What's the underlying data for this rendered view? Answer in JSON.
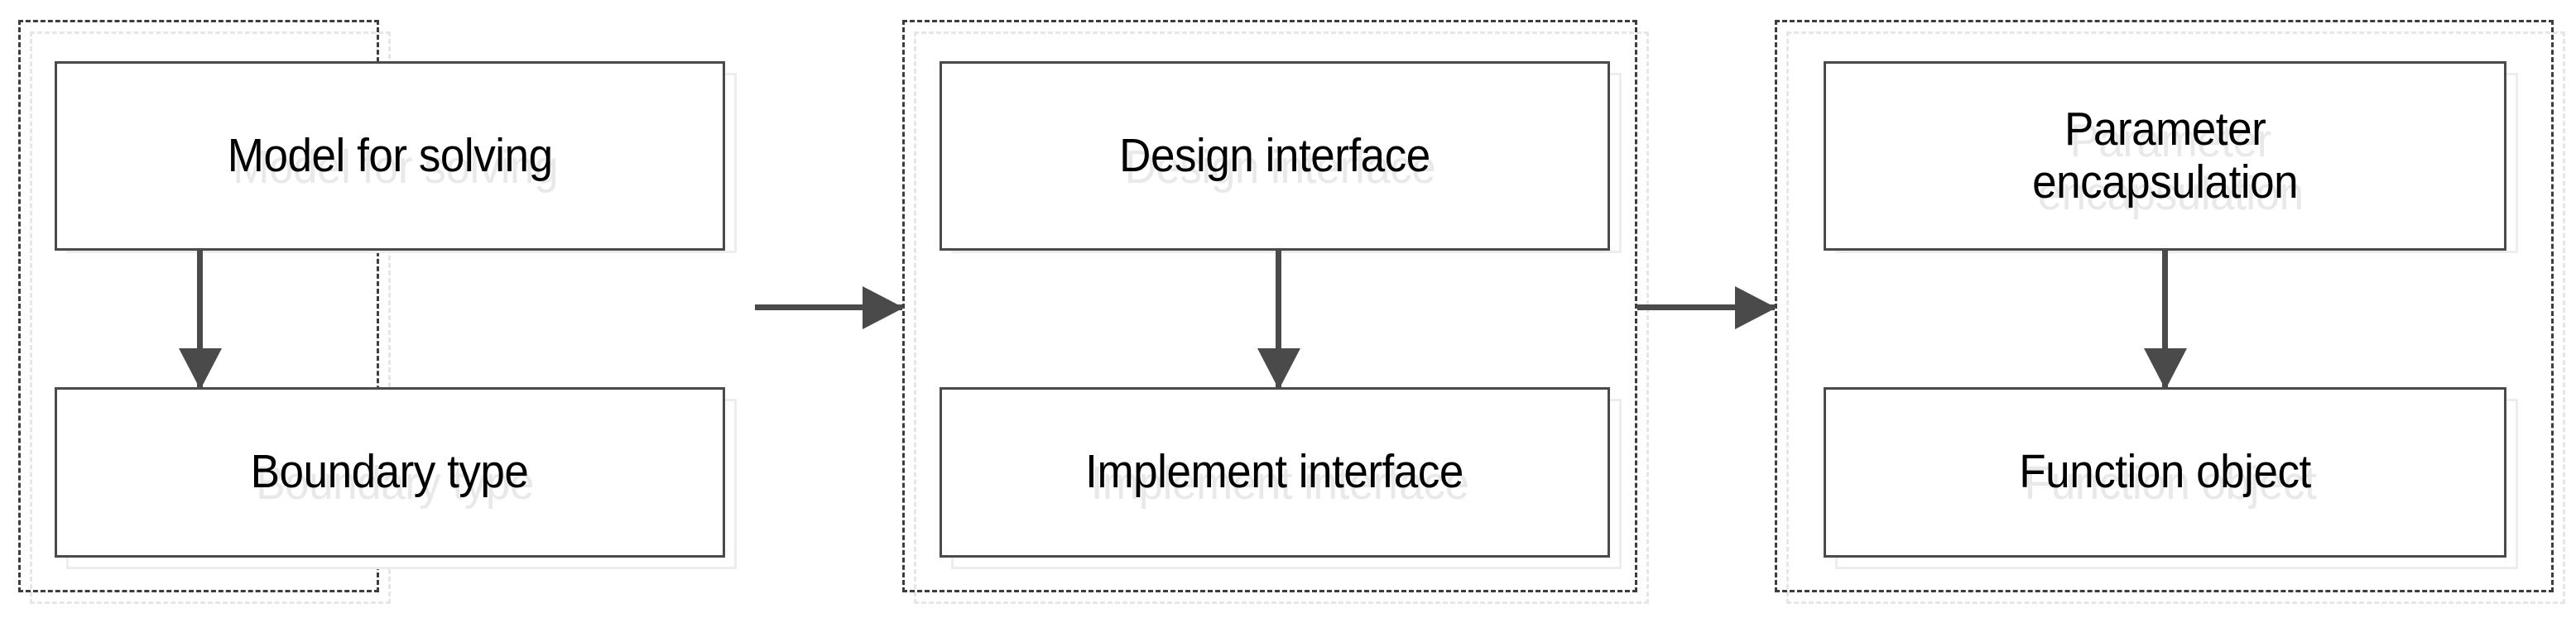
{
  "diagram": {
    "type": "flow-diagram",
    "orientation": "left-to-right",
    "background_color": "#ffffff",
    "stroke_color": "#4a4a4a",
    "shadow_color": "#e9e9e9",
    "groups": [
      {
        "id": "group-1",
        "nodes": [
          {
            "id": "node-model-for-solving",
            "label": "Model for solving"
          },
          {
            "id": "node-boundary-type",
            "label": "Boundary type"
          }
        ],
        "internal_arrow": "down"
      },
      {
        "id": "group-2",
        "nodes": [
          {
            "id": "node-design-interface",
            "label": "Design interface"
          },
          {
            "id": "node-implement-interface",
            "label": "Implement interface"
          }
        ],
        "internal_arrow": "down"
      },
      {
        "id": "group-3",
        "nodes": [
          {
            "id": "node-parameter-encapsulation",
            "label": "Parameter\nencapsulation"
          },
          {
            "id": "node-function-object",
            "label": "Function object"
          }
        ],
        "internal_arrow": "down"
      }
    ],
    "connectors": [
      {
        "id": "connector-1",
        "from": "group-1",
        "to": "group-2",
        "direction": "right"
      },
      {
        "id": "connector-2",
        "from": "group-2",
        "to": "group-3",
        "direction": "right"
      }
    ]
  }
}
